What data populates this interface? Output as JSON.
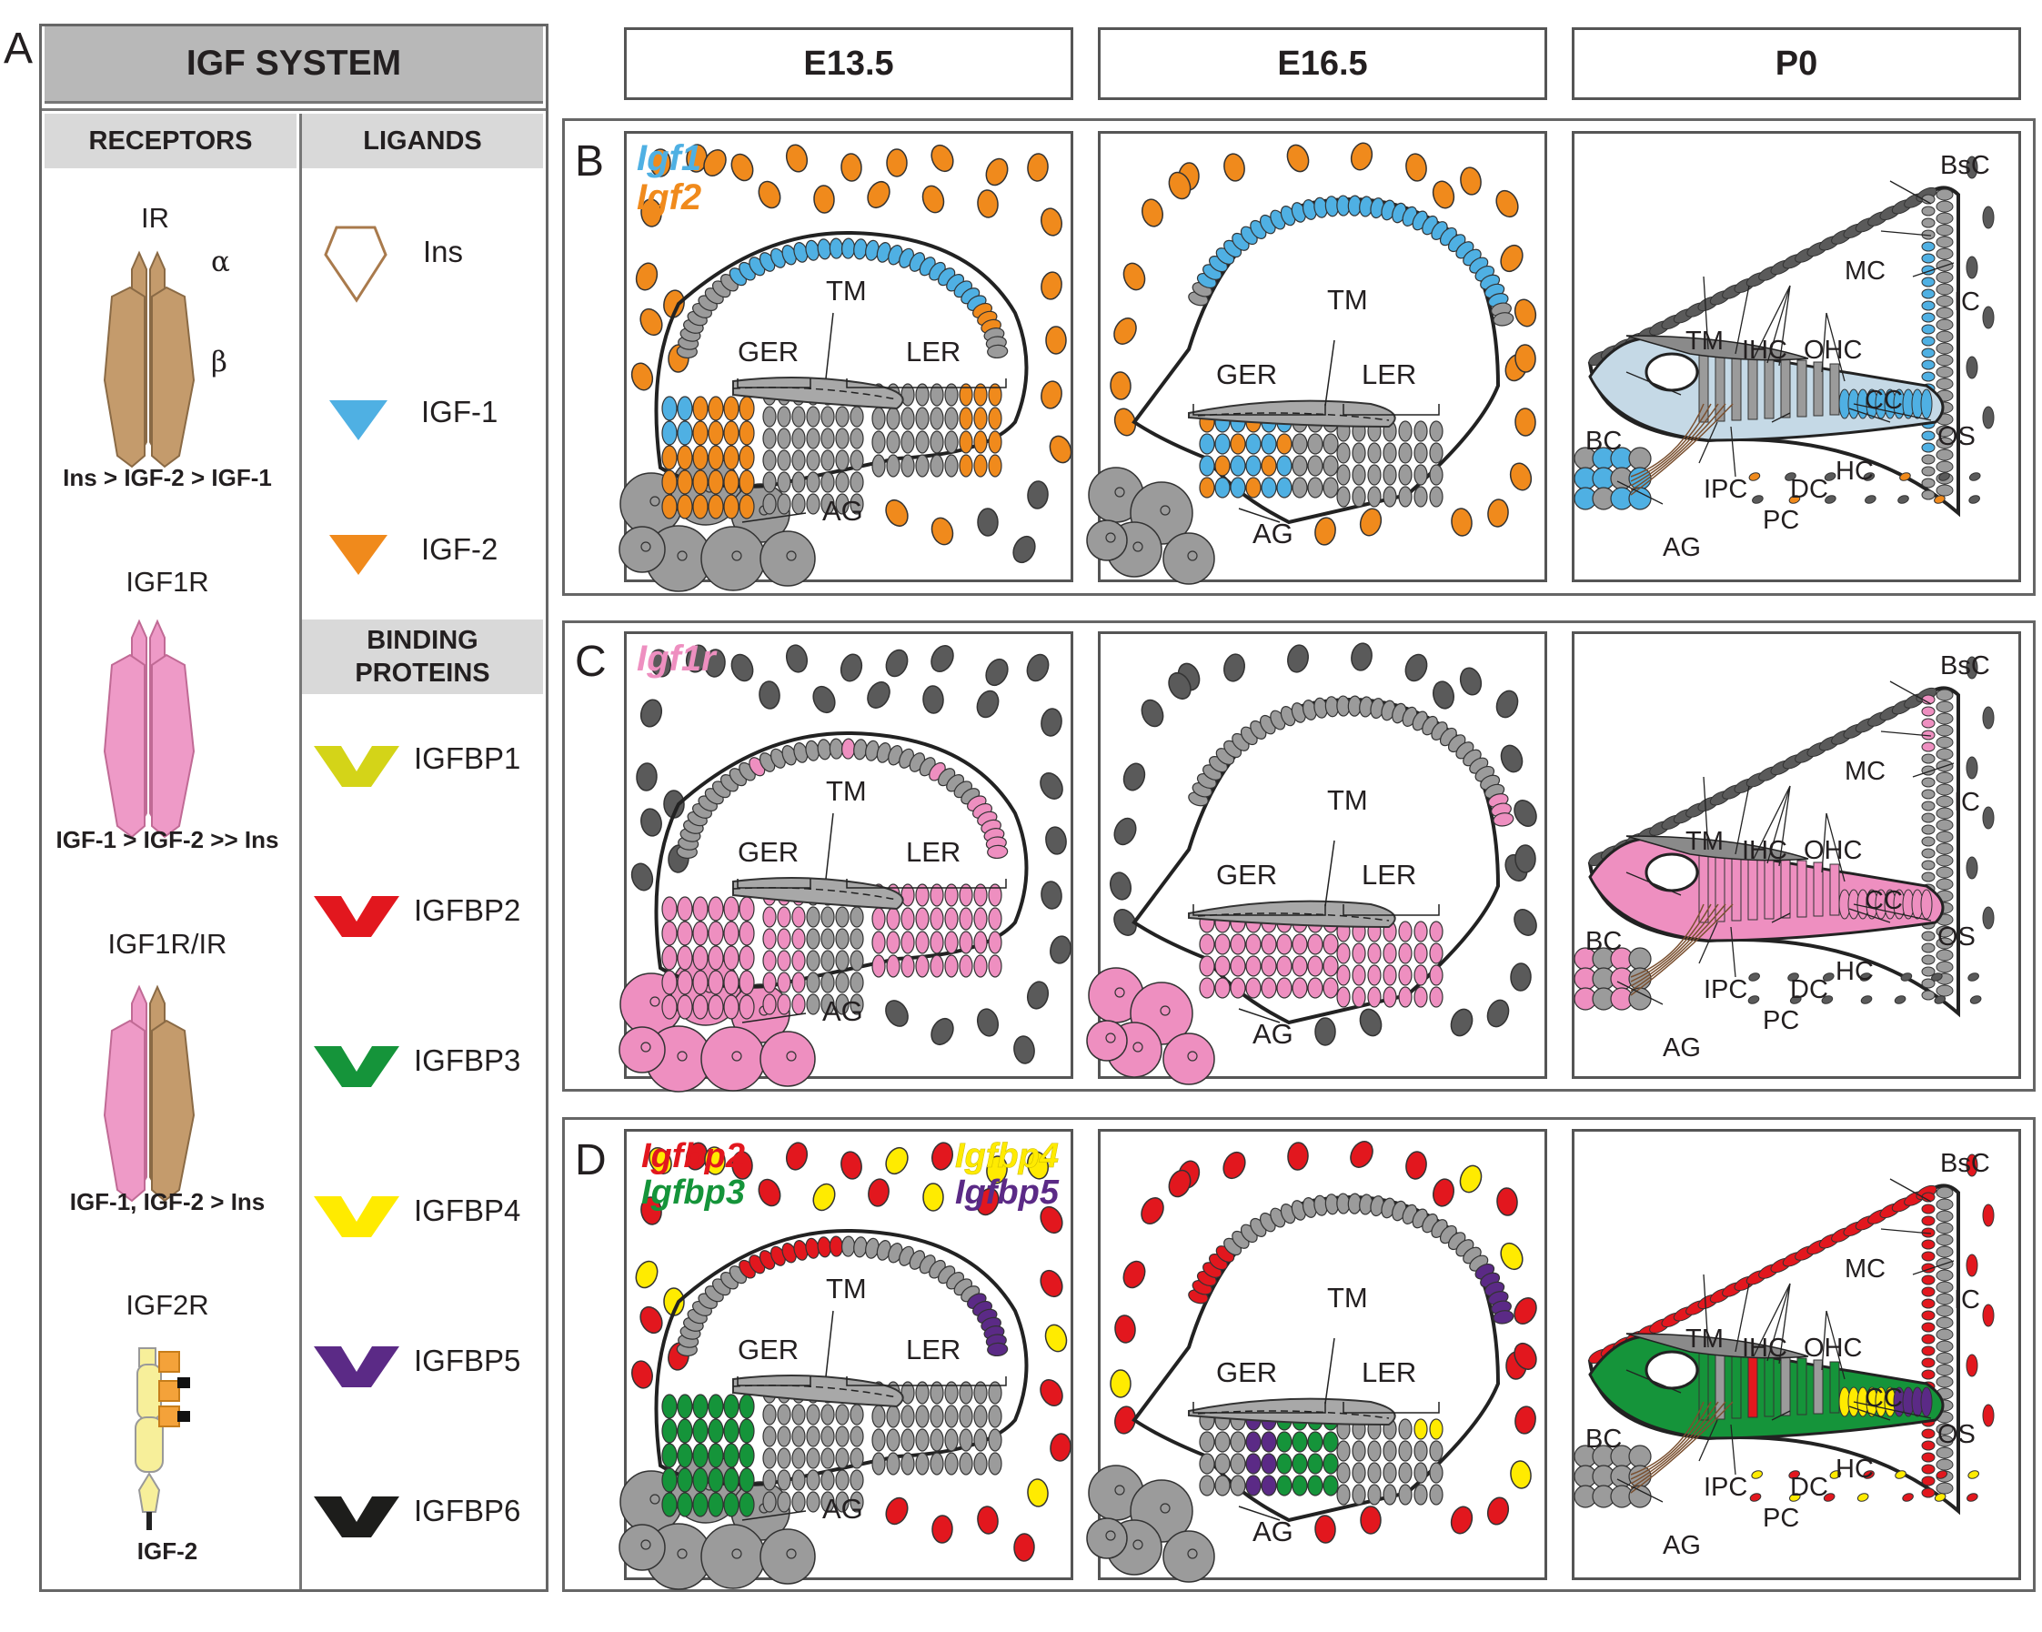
{
  "panelA": {
    "letter": "A",
    "title": "IGF SYSTEM",
    "receptors_header": "RECEPTORS",
    "ligands_header": "LIGANDS",
    "binding_header": "BINDING PROTEINS",
    "receptors": [
      {
        "name": "IR",
        "alpha": "α",
        "beta": "β",
        "affinity": "Ins > IGF-2 > IGF-1"
      },
      {
        "name": "IGF1R",
        "affinity": "IGF-1 > IGF-2 >> Ins"
      },
      {
        "name": "IGF1R/IR",
        "affinity": "IGF-1, IGF-2 > Ins"
      },
      {
        "name": "IGF2R",
        "affinity": "IGF-2"
      }
    ],
    "ligands": [
      {
        "name": "Ins",
        "color": "#a97a4c"
      },
      {
        "name": "IGF-1",
        "color": "#4fb0e3"
      },
      {
        "name": "IGF-2",
        "color": "#f08a1c"
      }
    ],
    "binding_proteins": [
      {
        "name": "IGFBP1",
        "color": "#d4d418"
      },
      {
        "name": "IGFBP2",
        "color": "#e2171e"
      },
      {
        "name": "IGFBP3",
        "color": "#15943a"
      },
      {
        "name": "IGFBP4",
        "color": "#ffeb00"
      },
      {
        "name": "IGFBP5",
        "color": "#5b2a86"
      },
      {
        "name": "IGFBP6",
        "color": "#1d1d1b"
      }
    ]
  },
  "stages": [
    "E13.5",
    "E16.5",
    "P0"
  ],
  "rows": [
    {
      "letter": "B",
      "genes": [
        {
          "name": "Igf1",
          "color": "#4fb0e3"
        },
        {
          "name": "Igf2",
          "color": "#f08a1c"
        }
      ]
    },
    {
      "letter": "C",
      "genes": [
        {
          "name": "Igf1r",
          "color": "#ee8fc0"
        }
      ]
    },
    {
      "letter": "D",
      "genes": [
        {
          "name": "Igfbp2",
          "color": "#e2171e"
        },
        {
          "name": "Igfbp3",
          "color": "#15943a"
        },
        {
          "name": "Igfbp4",
          "color": "#ffeb00"
        },
        {
          "name": "Igfbp5",
          "color": "#5b2a86"
        }
      ]
    }
  ],
  "labels_embryo": {
    "tm": "TM",
    "ger": "GER",
    "ler": "LER",
    "ag": "AG"
  },
  "labels_p0": {
    "bsc": "BsC",
    "mc": "MC",
    "ic": "IC",
    "tm": "TM",
    "ihc": "IHC",
    "ohc": "OHC",
    "cc": "CC",
    "bc": "BC",
    "os": "OS",
    "hc": "HC",
    "dc": "DC",
    "ipc": "IPC",
    "pc": "PC",
    "ag": "AG"
  },
  "colors": {
    "grey_cell": "#9b9b9b",
    "dark_cell": "#5a5a5a",
    "brown": "#a97a4c",
    "pink": "#ee8fc0",
    "igf2r": "#f7ef9a",
    "igf2r_dom": "#f4a23a",
    "header_fill": "#b8b8b8",
    "subheader_fill": "#d9d9d9"
  }
}
